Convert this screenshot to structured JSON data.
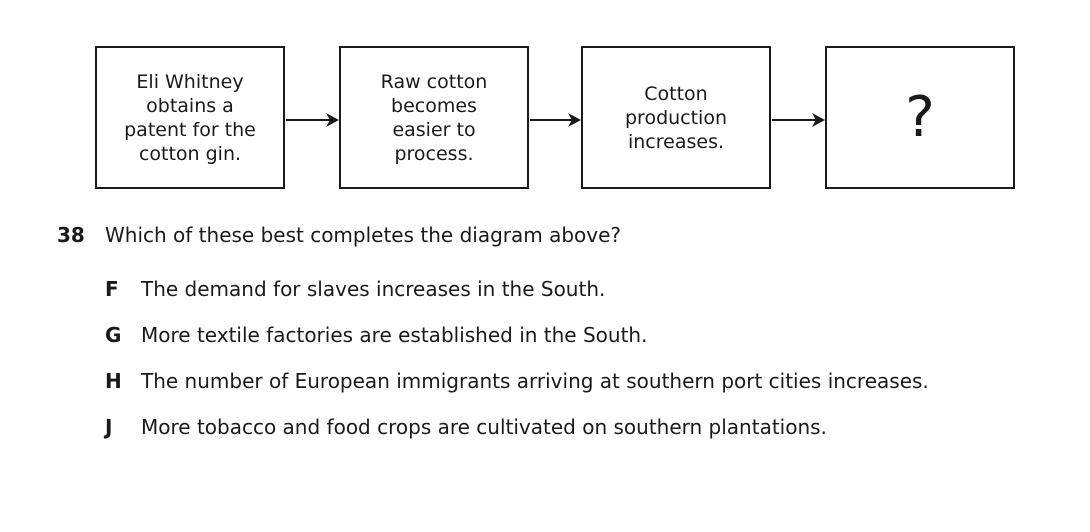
{
  "diagram": {
    "boxes": [
      "Eli Whitney\nobtains a\npatent for the\ncotton gin.",
      "Raw cotton\nbecomes\neasier to\nprocess.",
      "Cotton\nproduction\nincreases.",
      "?"
    ]
  },
  "question": {
    "number": "38",
    "text": "Which of these best completes the diagram above?"
  },
  "options": [
    {
      "letter": "F",
      "text": "The demand for slaves increases in the South."
    },
    {
      "letter": "G",
      "text": "More textile factories are established in the South."
    },
    {
      "letter": "H",
      "text": "The number of European immigrants arriving at southern port cities increases."
    },
    {
      "letter": "J",
      "text": "More tobacco and food crops are cultivated on southern plantations."
    }
  ]
}
